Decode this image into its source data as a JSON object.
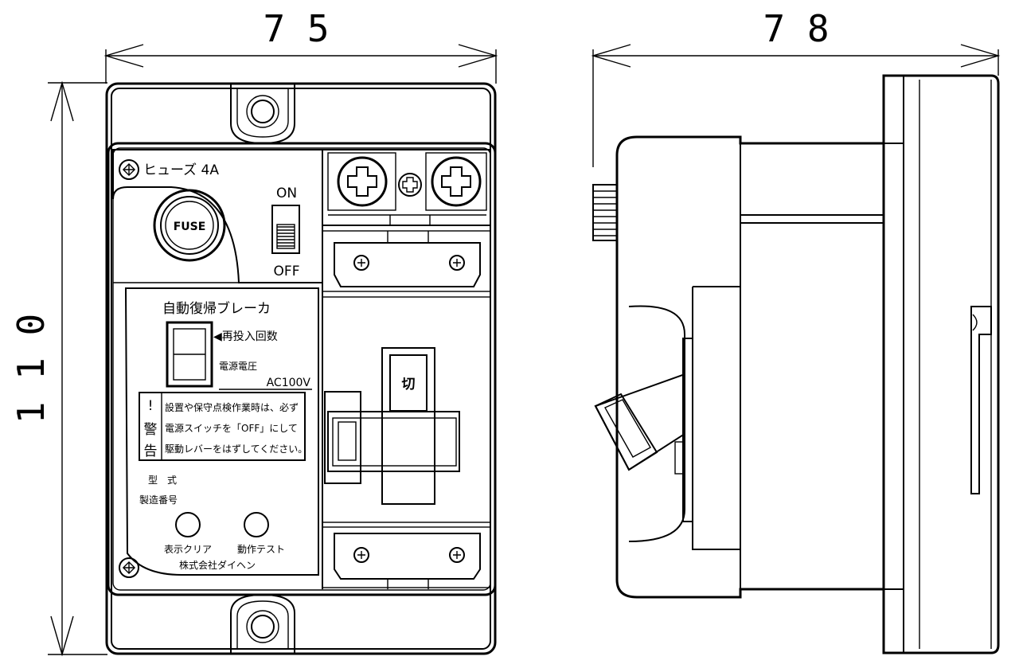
{
  "dimensions": {
    "front_width": "7 5",
    "side_depth": "7 8",
    "height": "1 1 0"
  },
  "front_panel": {
    "fuse_label": "ヒューズ 4A",
    "fuse_button": "FUSE",
    "switch_on": "ON",
    "switch_off": "OFF",
    "breaker_title": "自動復帰ブレーカ",
    "reclose_count": "◀再投入回数",
    "power_voltage_label": "電源電圧",
    "power_voltage_value": "AC100V",
    "warning_mark": "!",
    "warning_word_1": "警",
    "warning_word_2": "告",
    "warning_line_1": "設置や保守点検作業時は、必ず",
    "warning_line_2": "電源スイッチを「OFF」にして",
    "warning_line_3": "駆動レバーをはずしてください。",
    "model_label": "型　式",
    "serial_label": "製造番号",
    "clear_button": "表示クリア",
    "test_button": "動作テスト",
    "maker": "株式会社ダイヘン",
    "lever_mark": "切"
  }
}
